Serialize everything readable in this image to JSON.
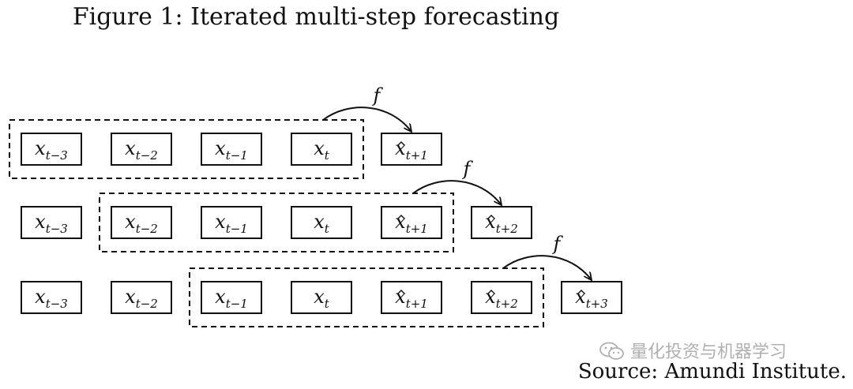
{
  "title": "Figure 1: Iterated multi-step forecasting",
  "function_label": "f",
  "rows": [
    {
      "cells": [
        {
          "base": "x",
          "hat": false,
          "sub": "t−3"
        },
        {
          "base": "x",
          "hat": false,
          "sub": "t−2"
        },
        {
          "base": "x",
          "hat": false,
          "sub": "t−1"
        },
        {
          "base": "x",
          "hat": false,
          "sub": "t"
        },
        {
          "base": "x",
          "hat": true,
          "sub": "t+1"
        }
      ],
      "window_start": 0,
      "window_end": 3,
      "target": 4
    },
    {
      "cells": [
        {
          "base": "x",
          "hat": false,
          "sub": "t−3"
        },
        {
          "base": "x",
          "hat": false,
          "sub": "t−2"
        },
        {
          "base": "x",
          "hat": false,
          "sub": "t−1"
        },
        {
          "base": "x",
          "hat": false,
          "sub": "t"
        },
        {
          "base": "x",
          "hat": true,
          "sub": "t+1"
        },
        {
          "base": "x",
          "hat": true,
          "sub": "t+2"
        }
      ],
      "window_start": 1,
      "window_end": 4,
      "target": 5
    },
    {
      "cells": [
        {
          "base": "x",
          "hat": false,
          "sub": "t−3"
        },
        {
          "base": "x",
          "hat": false,
          "sub": "t−2"
        },
        {
          "base": "x",
          "hat": false,
          "sub": "t−1"
        },
        {
          "base": "x",
          "hat": false,
          "sub": "t"
        },
        {
          "base": "x",
          "hat": true,
          "sub": "t+1"
        },
        {
          "base": "x",
          "hat": true,
          "sub": "t+2"
        },
        {
          "base": "x",
          "hat": true,
          "sub": "t+3"
        }
      ],
      "window_start": 2,
      "window_end": 5,
      "target": 6
    }
  ],
  "watermark": "量化投资与机器学习",
  "watermark_icon": "wechat-icon",
  "source": "Source: Amundi Institute."
}
